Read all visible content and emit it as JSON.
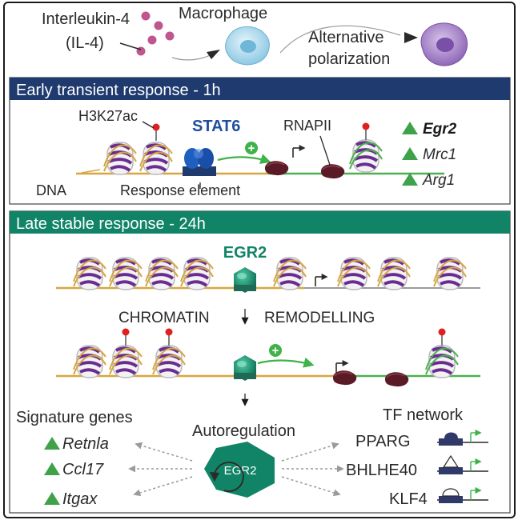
{
  "top": {
    "cytokine": "Interleukin-4",
    "cytokine_abbr": "(IL-4)",
    "macrophage": "Macrophage",
    "polarization_1": "Alternative",
    "polarization_2": "polarization"
  },
  "early": {
    "header": "Early transient response - 1h",
    "h3k27ac": "H3K27ac",
    "stat6": "STAT6",
    "rnapii": "RNAPII",
    "dna": "DNA",
    "response_element": "Response element",
    "plus": "+",
    "genes": [
      "Egr2",
      "Mrc1",
      "Arg1"
    ]
  },
  "late": {
    "header": "Late stable response - 24h",
    "egr2": "EGR2",
    "chromatin": "CHROMATIN",
    "remodelling": "REMODELLING",
    "plus": "+",
    "signature_title": "Signature genes",
    "signature_genes": [
      "Retnla",
      "Ccl17",
      "Itgax"
    ],
    "autoregulation": "Autoregulation",
    "egr2_hex": "EGR2",
    "tf_title": "TF network",
    "tf_genes": [
      "PPARG",
      "BHLHE40",
      "KLF4"
    ]
  },
  "colors": {
    "early_header_bg": "#1f3a6e",
    "late_header_bg": "#118467",
    "nucleosome_purple": "#6a2c91",
    "egr2_green": "#0f8a6a",
    "arrow_green": "#3fb24a",
    "polymerase": "#5a1a26",
    "stat6_blue": "#1f4fa0"
  }
}
